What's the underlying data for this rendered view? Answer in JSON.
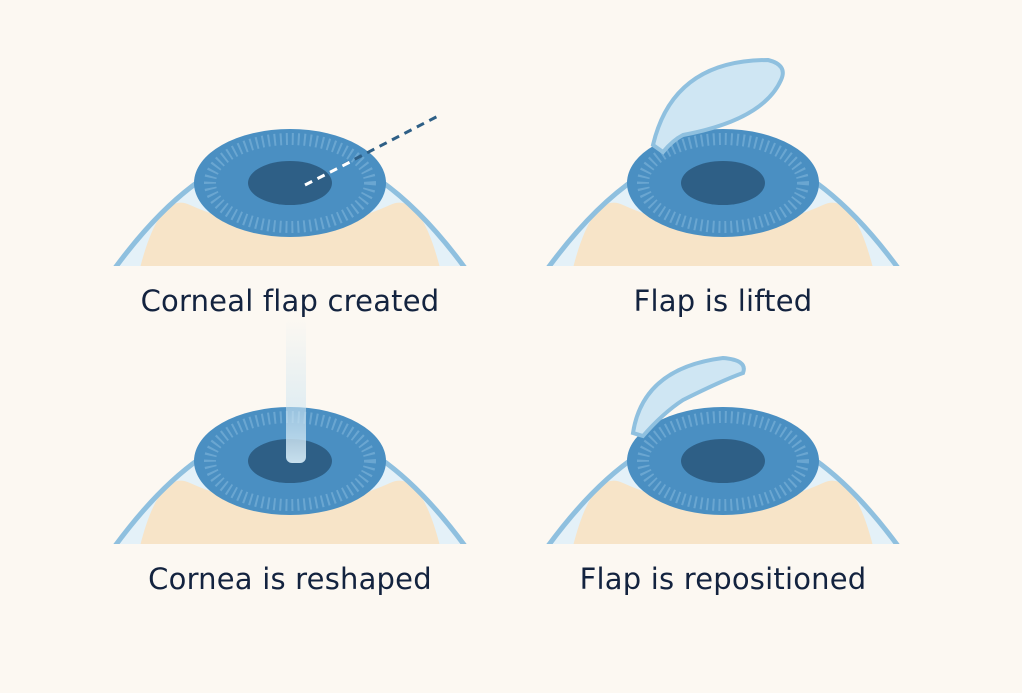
{
  "steps": [
    {
      "caption": "Corneal flap created"
    },
    {
      "caption": "Flap is lifted"
    },
    {
      "caption": "Cornea is reshaped"
    },
    {
      "caption": "Flap is repositioned"
    }
  ],
  "colors": {
    "background": "#fcf8f2",
    "sclera": "#f7e4c8",
    "cornea_outline": "#8fc0df",
    "cornea_fill": "#e4f1f8",
    "iris": "#4a8fc2",
    "pupil": "#2e5f86",
    "flap": "#cfe6f3",
    "text": "#13233f"
  }
}
